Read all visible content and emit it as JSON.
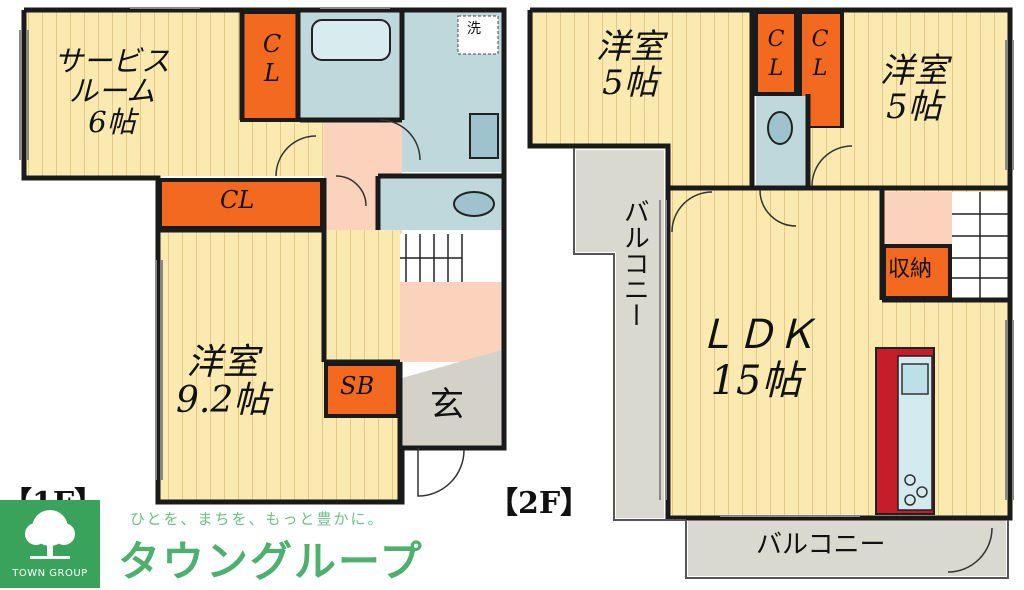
{
  "floors": {
    "first": {
      "label": "【1F】",
      "rooms": {
        "service_room": [
          "サービス",
          "ルーム",
          "6帖"
        ],
        "closet_top": "CL",
        "closet_mid": "CL",
        "western_room": [
          "洋室",
          "9.2帖"
        ],
        "shoe_box": "SB",
        "entrance": "玄",
        "laundry": "洗"
      }
    },
    "second": {
      "label": "【2F】",
      "rooms": {
        "western_room_left": [
          "洋室",
          "5帖"
        ],
        "western_room_right": [
          "洋室",
          "5帖"
        ],
        "closet_a": "CL",
        "closet_b": "CL",
        "storage": "収納",
        "ldk": [
          "ＬＤＫ",
          "15帖"
        ],
        "balcony_side": "バルコニー",
        "balcony_bottom": "バルコニー"
      }
    }
  },
  "brand": {
    "logo_text": "TOWN GROUP",
    "tagline": "ひとを、まちを、もっと豊かに。",
    "name": "タウングループ"
  },
  "colors": {
    "floor_wood": "#fbeab0",
    "closet": "#f2691f",
    "wet_area": "#bfd8dc",
    "hall": "#fbd3bc",
    "entrance": "#d4d2c8",
    "balcony": "#d9d9cf",
    "wall": "#1a1a1a",
    "brand_green": "#3aa35b"
  }
}
